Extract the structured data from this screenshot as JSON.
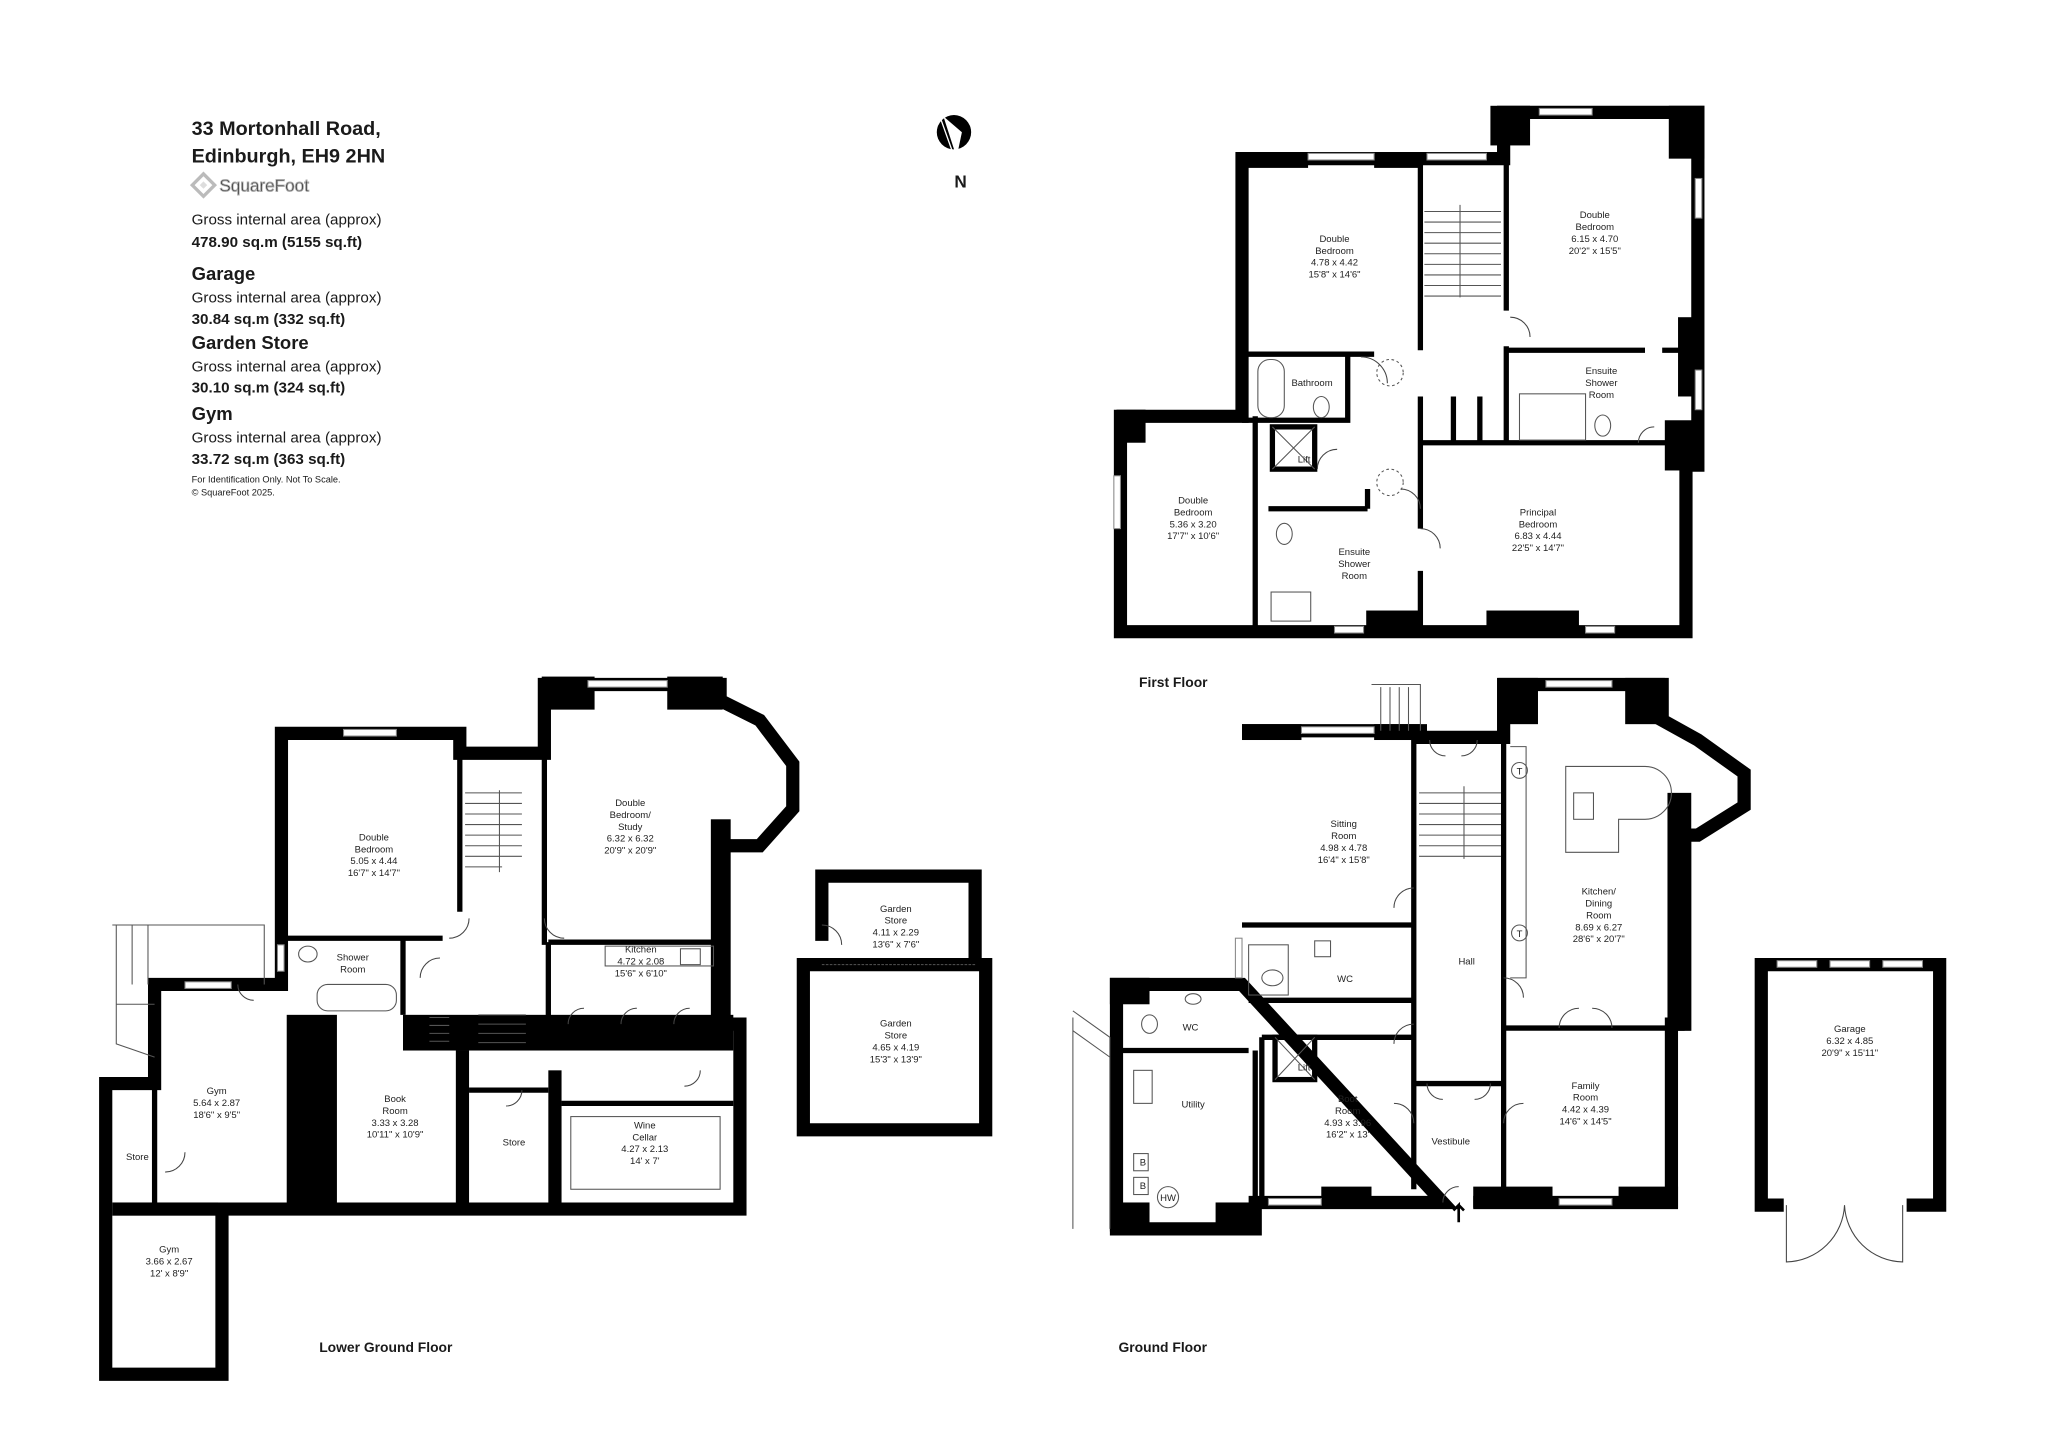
{
  "header": {
    "address_line1": "33 Mortonhall Road,",
    "address_line2": "Edinburgh, EH9 2HN",
    "logo_text": "SquareFoot",
    "main_area_label": "Gross internal area (approx)",
    "main_area_value": "478.90 sq.m (5155 sq.ft)",
    "garage_title": "Garage",
    "garage_area_label": "Gross internal area (approx)",
    "garage_area_value": "30.84 sq.m (332 sq.ft)",
    "garden_store_title": "Garden Store",
    "garden_store_area_label": "Gross internal area (approx)",
    "garden_store_area_value": "30.10 sq.m (324 sq.ft)",
    "gym_title": "Gym",
    "gym_area_label": "Gross internal area (approx)",
    "gym_area_value": "33.72 sq.m (363 sq.ft)",
    "disclaimer": "For Identification Only. Not To Scale.",
    "copyright": "© SquareFoot 2025."
  },
  "compass": {
    "label": "N",
    "icon": "north-arrow-icon"
  },
  "floor_labels": {
    "first": "First Floor",
    "ground": "Ground Floor",
    "lower_ground": "Lower Ground Floor"
  },
  "rooms": {
    "ff_bed1": [
      "Double",
      "Bedroom",
      "4.78 x 4.42",
      "15'8\" x 14'6\""
    ],
    "ff_bed2": [
      "Double",
      "Bedroom",
      "6.15 x 4.70",
      "20'2\" x 15'5\""
    ],
    "ff_bath": [
      "Bathroom"
    ],
    "ff_ensuite1": [
      "Ensuite",
      "Shower",
      "Room"
    ],
    "ff_lift": [
      "Lift"
    ],
    "ff_bed3": [
      "Double",
      "Bedroom",
      "5.36 x 3.20",
      "17'7\" x 10'6\""
    ],
    "ff_ensuite2": [
      "Ensuite",
      "Shower",
      "Room"
    ],
    "ff_principal": [
      "Principal",
      "Bedroom",
      "6.83 x 4.44",
      "22'5\" x 14'7\""
    ],
    "gf_sitting": [
      "Sitting",
      "Room",
      "4.98 x 4.78",
      "16'4\" x 15'8\""
    ],
    "gf_kitchen": [
      "Kitchen/",
      "Dining",
      "Room",
      "8.69 x 6.27",
      "28'6\" x 20'7\""
    ],
    "gf_hall": [
      "Hall"
    ],
    "gf_wc1": [
      "WC"
    ],
    "gf_wc2": [
      "WC"
    ],
    "gf_lift": [
      "Lift"
    ],
    "gf_utility": [
      "Utility"
    ],
    "gf_boot": [
      "Boot",
      "Room",
      "4.93 x 3.96",
      "16'2\" x 13'"
    ],
    "gf_vestibule": [
      "Vestibule"
    ],
    "gf_family": [
      "Family",
      "Room",
      "4.42 x 4.39",
      "14'6\" x 14'5\""
    ],
    "gf_b1": [
      "B"
    ],
    "gf_b2": [
      "B"
    ],
    "gf_hw": [
      "HW"
    ],
    "gf_t1": [
      "T"
    ],
    "gf_t2": [
      "T"
    ],
    "garage": [
      "Garage",
      "6.32 x 4.85",
      "20'9\" x 15'11\""
    ],
    "gs_upper": [
      "Garden",
      "Store",
      "4.11 x 2.29",
      "13'6\" x 7'6\""
    ],
    "gs_lower": [
      "Garden",
      "Store",
      "4.65 x 4.19",
      "15'3\" x 13'9\""
    ],
    "lg_bed": [
      "Double",
      "Bedroom",
      "5.05 x 4.44",
      "16'7\" x 14'7\""
    ],
    "lg_study": [
      "Double",
      "Bedroom/",
      "Study",
      "6.32 x 6.32",
      "20'9\" x 20'9\""
    ],
    "lg_shower": [
      "Shower",
      "Room"
    ],
    "lg_kitchen": [
      "Kitchen",
      "4.72 x 2.08",
      "15'6\" x 6'10\""
    ],
    "lg_book": [
      "Book",
      "Room",
      "3.33 x 3.28",
      "10'11\" x 10'9\""
    ],
    "lg_store1": [
      "Store"
    ],
    "lg_wine": [
      "Wine",
      "Cellar",
      "4.27 x 2.13",
      "14' x 7'"
    ],
    "lg_gym1": [
      "Gym",
      "5.64 x 2.87",
      "18'6\" x 9'5\""
    ],
    "lg_store2": [
      "Store"
    ],
    "lg_gym2": [
      "Gym",
      "3.66 x 2.67",
      "12' x 8'9\""
    ]
  }
}
